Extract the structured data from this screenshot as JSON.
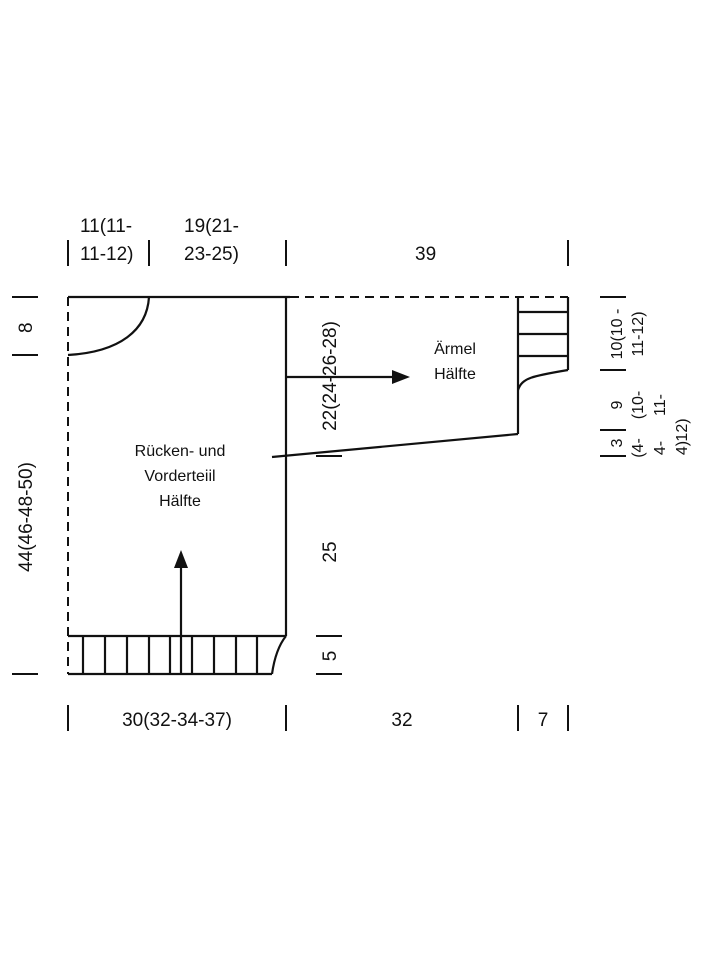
{
  "diagram": {
    "title": "Schnittschema",
    "pieces": {
      "body": {
        "label_lines": [
          "Rücken- und",
          "Vorderteiil",
          "Hälfte"
        ]
      },
      "sleeve": {
        "label_lines": [
          "Ärmel",
          "Hälfte"
        ]
      }
    },
    "dimensions": {
      "top_neck_width": [
        "11(11-",
        "11-12)"
      ],
      "top_shoulder_width": [
        "19(21-",
        "23-25)"
      ],
      "top_sleeve_length": "39",
      "left_neck_depth": "8",
      "left_body_length": "44(46-48-50)",
      "armhole_depth": "22(24-26-28)",
      "side_length": "25",
      "hem_rib": "5",
      "bottom_body_width": "30(32-34-37)",
      "bottom_sleeve_length": "32",
      "bottom_cuff": "7",
      "right_sleeve_top": [
        "10(10 -",
        "11-12)"
      ],
      "right_sleeve_mid": [
        "9",
        "(10-",
        "11-",
        "12)"
      ],
      "right_cuff_rib": [
        "3",
        "(4-",
        "4-",
        "4)"
      ]
    }
  }
}
